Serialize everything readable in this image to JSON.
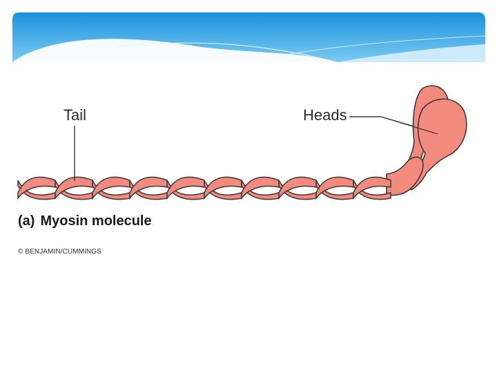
{
  "header": {
    "color_top": "#1e9be0",
    "color_bottom": "#9fd8f6"
  },
  "diagram": {
    "labels": {
      "tail": "Tail",
      "heads": "Heads"
    },
    "caption": {
      "letter": "(a)",
      "title": "Myosin molecule"
    },
    "credit": "© BENJAMIN/CUMMINGS",
    "colors": {
      "strand": "#f28a7d",
      "outline": "#3a3a3a",
      "highlight": "#f7b0a6"
    }
  }
}
